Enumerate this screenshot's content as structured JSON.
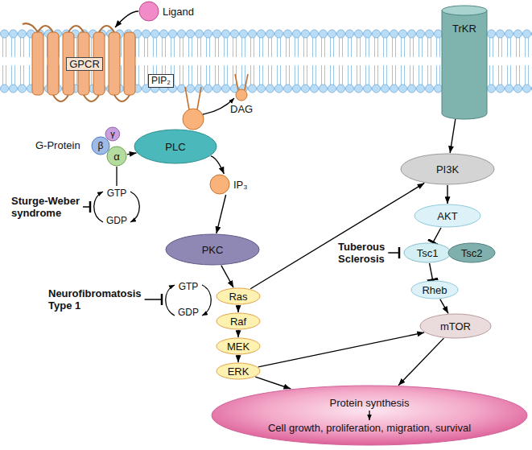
{
  "diagram": {
    "nodes": [
      {
        "text": [
          "Ligand"
        ]
      },
      {
        "text": [
          "GPCR"
        ]
      },
      {
        "text": [
          "PIP₂"
        ]
      },
      {
        "text": [
          "TrKR"
        ]
      },
      {
        "text": [
          "γ"
        ]
      },
      {
        "text": [
          "β"
        ]
      },
      {
        "text": [
          "α"
        ]
      },
      {
        "text": [
          "PLC"
        ]
      },
      {
        "text": [
          "IP₃"
        ]
      },
      {
        "text": [
          "PKC"
        ]
      },
      {
        "text": [
          "PI3K"
        ]
      },
      {
        "text": [
          "AKT"
        ]
      },
      {
        "text": [
          "Tsc1"
        ]
      },
      {
        "text": [
          "Tsc2"
        ]
      },
      {
        "text": [
          "Ras"
        ]
      },
      {
        "text": [
          "Rheb"
        ]
      },
      {
        "text": [
          "Raf"
        ]
      },
      {
        "text": [
          "mTOR"
        ]
      },
      {
        "text": [
          "MEK"
        ]
      },
      {
        "text": [
          "ERK"
        ]
      },
      {
        "text": [
          "Protein synthesis",
          "Cell growth, proliferation, migration, survival"
        ]
      }
    ],
    "edges": [
      {
        "from": 0,
        "to": 1,
        "arrow": "to"
      },
      {
        "from": 6,
        "to": 7,
        "arrow": "to"
      },
      {
        "from": 7,
        "to": 8,
        "arrow": "to"
      },
      {
        "from": 8,
        "to": 9,
        "arrow": "to"
      },
      {
        "from": 9,
        "to": 14,
        "arrow": "to"
      },
      {
        "from": 14,
        "to": 16,
        "arrow": "to"
      },
      {
        "from": 16,
        "to": 18,
        "arrow": "to"
      },
      {
        "from": 18,
        "to": 19,
        "arrow": "to"
      },
      {
        "from": 14,
        "to": 10,
        "arrow": "to"
      },
      {
        "from": 3,
        "to": 10,
        "arrow": "to"
      },
      {
        "from": 10,
        "to": 11,
        "arrow": "to"
      },
      {
        "from": 11,
        "to": 12,
        "arrow": "to"
      },
      {
        "from": 12,
        "to": 15,
        "arrow": "to"
      },
      {
        "from": 15,
        "to": 17,
        "arrow": "to"
      },
      {
        "from": 19,
        "to": 17,
        "arrow": "to"
      },
      {
        "from": 19,
        "to": 20,
        "arrow": "to"
      },
      {
        "from": 17,
        "to": 20,
        "arrow": "to"
      }
    ],
    "labels": [
      "G-Protein",
      "GTP",
      "GDP",
      "Sturge-Weber syndrome",
      "Neurofibromatosis Type 1",
      "GTP",
      "GDP",
      "Tuberous Sclerosis",
      "DAG"
    ]
  }
}
